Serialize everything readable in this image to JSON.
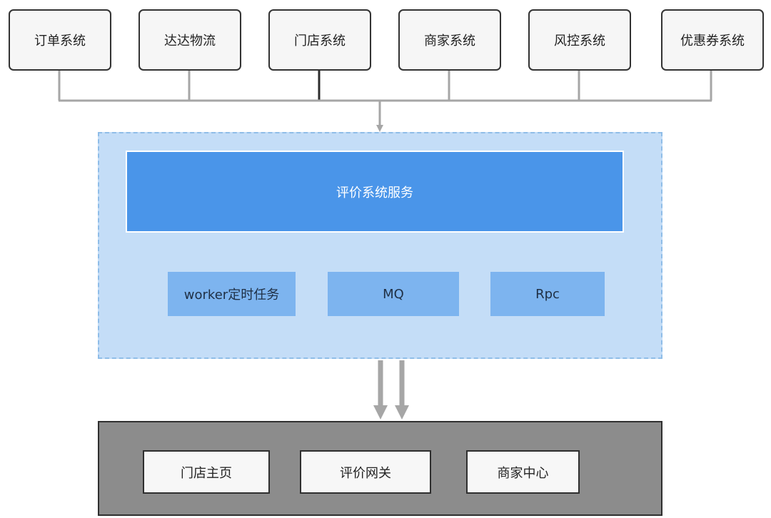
{
  "diagram": {
    "sources": [
      {
        "label": "订单系统"
      },
      {
        "label": "达达物流"
      },
      {
        "label": "门店系统"
      },
      {
        "label": "商家系统"
      },
      {
        "label": "风控系统"
      },
      {
        "label": "优惠券系统"
      }
    ],
    "core_service": {
      "label": "评价系统服务"
    },
    "channels": [
      {
        "label": "worker定时任务"
      },
      {
        "label": "MQ"
      },
      {
        "label": "Rpc"
      }
    ],
    "consumers": [
      {
        "label": "门店主页"
      },
      {
        "label": "评价网关"
      },
      {
        "label": "商家中心"
      }
    ]
  },
  "colors": {
    "connector": "#a6a6a6",
    "arrow_dark": "#2d2d2d",
    "service_zone": "#c4ddf7",
    "core_service": "#4a95e9",
    "channel": "#7db4ef",
    "consumer_zone": "#8c8c8c"
  }
}
